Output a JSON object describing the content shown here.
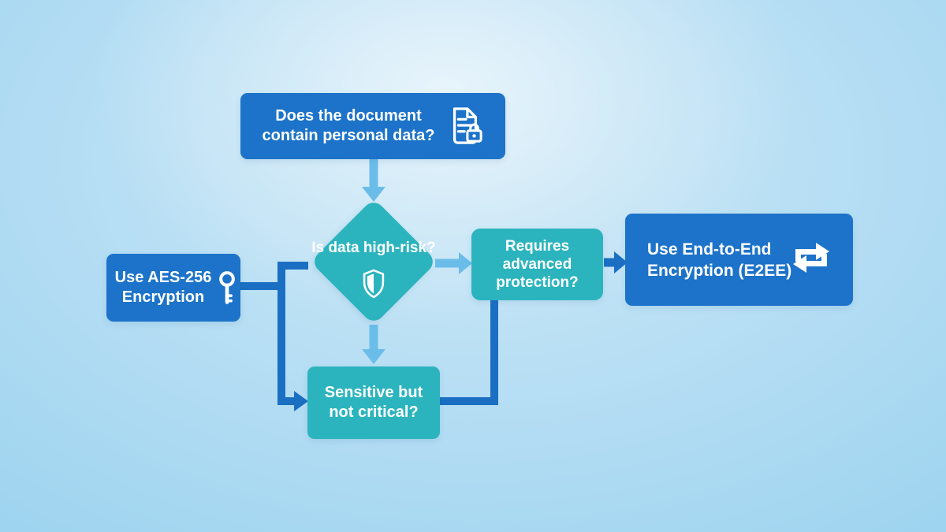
{
  "background": {
    "center_color": "#d6ecf8",
    "edge_color": "#9bd3ef"
  },
  "colors": {
    "node_blue": "#1c73c9",
    "node_teal": "#2cb4be",
    "connector_dark_blue": "#1b6fc3",
    "connector_light_blue": "#6bbde9",
    "text": "#ffffff"
  },
  "nodes": {
    "start": {
      "lines": [
        "Does the document",
        "contain personal data?"
      ],
      "icon": "document-lock-icon",
      "color": "#1c73c9"
    },
    "decision": {
      "lines": [
        "Is data",
        "high-risk?"
      ],
      "icon": "shield-icon",
      "color": "#2cb4be"
    },
    "aes": {
      "lines": [
        "Use AES-256",
        "Encryption"
      ],
      "icon": "key-icon",
      "color": "#1c73c9"
    },
    "advanced": {
      "lines": [
        "Requires",
        "advanced",
        "protection?"
      ],
      "color": "#2cb4be"
    },
    "e2ee": {
      "lines": [
        "Use End-to-End",
        "Encryption (E2EE)"
      ],
      "icon": "swap-arrows-icon",
      "color": "#1c73c9"
    },
    "sensitive": {
      "lines": [
        "Sensitive but",
        "not critical?"
      ],
      "color": "#2cb4be"
    }
  },
  "edges": [
    {
      "from": "start",
      "to": "decision",
      "style": "light-blue-arrow-down"
    },
    {
      "from": "decision",
      "to": "advanced",
      "style": "light-blue-arrow-right"
    },
    {
      "from": "advanced",
      "to": "e2ee",
      "style": "dark-blue-arrow-right"
    },
    {
      "from": "decision",
      "to": "sensitive",
      "style": "light-blue-arrow-down"
    },
    {
      "from": "aes",
      "to": "decision",
      "style": "dark-blue-elbow-line"
    },
    {
      "from": "aes",
      "to": "sensitive",
      "style": "dark-blue-elbow-arrow"
    },
    {
      "from": "sensitive",
      "to": "advanced",
      "style": "dark-blue-elbow-line"
    }
  ]
}
